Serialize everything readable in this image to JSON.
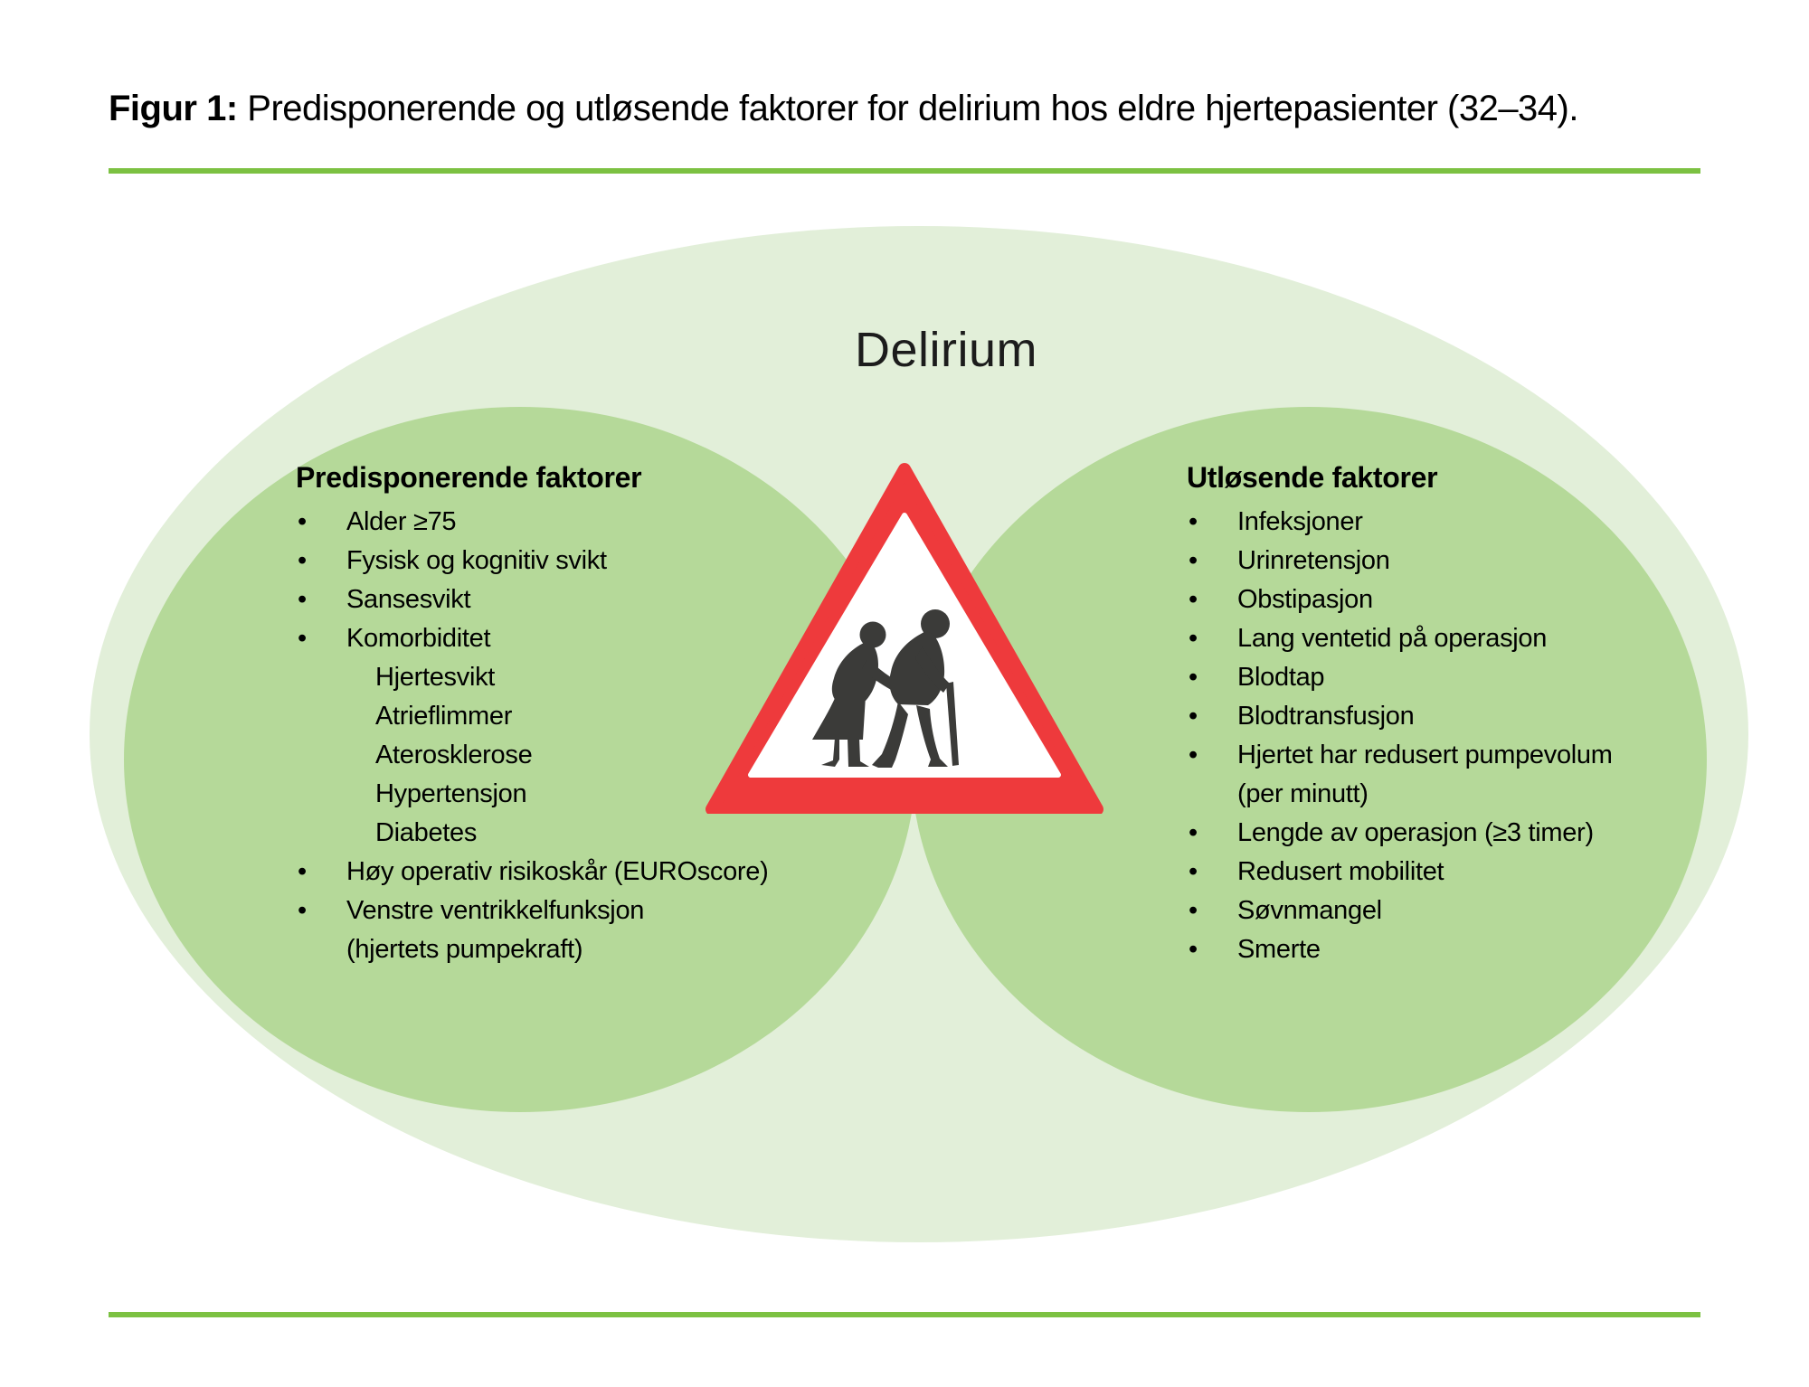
{
  "caption": {
    "label": "Figur 1:",
    "text": " Predisponerende og utløsende faktorer for delirium hos eldre hjertepasienter (32–34)."
  },
  "diagram": {
    "title": "Delirium",
    "sign": "elderly-people-crossing-warning-sign",
    "left_group": {
      "header": "Predisponerende faktorer",
      "items": [
        {
          "t": "Alder ≥75",
          "s": "b"
        },
        {
          "t": "Fysisk og kognitiv svikt",
          "s": "b"
        },
        {
          "t": "Sansesvikt",
          "s": "b"
        },
        {
          "t": "Komorbiditet",
          "s": "b"
        },
        {
          "t": "Hjertesvikt",
          "s": "sub"
        },
        {
          "t": "Atrieflimmer",
          "s": "sub"
        },
        {
          "t": "Aterosklerose",
          "s": "sub"
        },
        {
          "t": "Hypertensjon",
          "s": "sub"
        },
        {
          "t": "Diabetes",
          "s": "sub"
        },
        {
          "t": "Høy operativ risikoskår (EUROscore)",
          "s": "b"
        },
        {
          "t": "Venstre ventrikkelfunksjon",
          "s": "b"
        },
        {
          "t": "(hjertets pumpekraft)",
          "s": "cont"
        }
      ]
    },
    "right_group": {
      "header": "Utløsende faktorer",
      "items": [
        {
          "t": "Infeksjoner",
          "s": "b"
        },
        {
          "t": "Urinretensjon",
          "s": "b"
        },
        {
          "t": "Obstipasjon",
          "s": "b"
        },
        {
          "t": "Lang ventetid på operasjon",
          "s": "b"
        },
        {
          "t": "Blodtap",
          "s": "b"
        },
        {
          "t": "Blodtransfusjon",
          "s": "b"
        },
        {
          "t": "Hjertet har redusert pumpevolum",
          "s": "b"
        },
        {
          "t": "(per minutt)",
          "s": "cont"
        },
        {
          "t": "Lengde av operasjon (≥3 timer)",
          "s": "b"
        },
        {
          "t": "Redusert mobilitet",
          "s": "b"
        },
        {
          "t": "Søvnmangel",
          "s": "b"
        },
        {
          "t": "Smerte",
          "s": "b"
        }
      ]
    }
  },
  "colors": {
    "rule-green": "#7cc142",
    "outer-ellipse": "#e2efd9",
    "inner-ellipse": "#b5d999",
    "sign-red": "#ee3a3c",
    "sign-figure": "#3b3b39",
    "text": "#000000"
  }
}
